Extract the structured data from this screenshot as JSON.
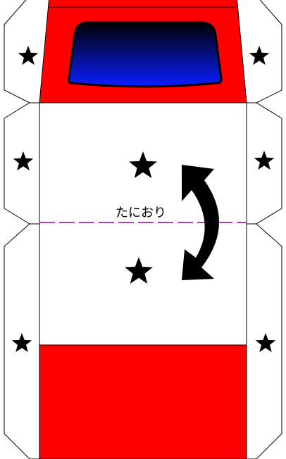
{
  "fold": {
    "label": "たにおり",
    "line_color": "#b040c0"
  },
  "colors": {
    "panel_red": "#ff0000",
    "panel_white": "#ffffff",
    "outline": "#000000",
    "window_top": "#000000",
    "window_bottom": "#0a1eff",
    "star": "#000000",
    "arrow": "#000000"
  },
  "icons": {
    "star": "five-point-star",
    "fold_arrow": "curved-double-arrow"
  }
}
